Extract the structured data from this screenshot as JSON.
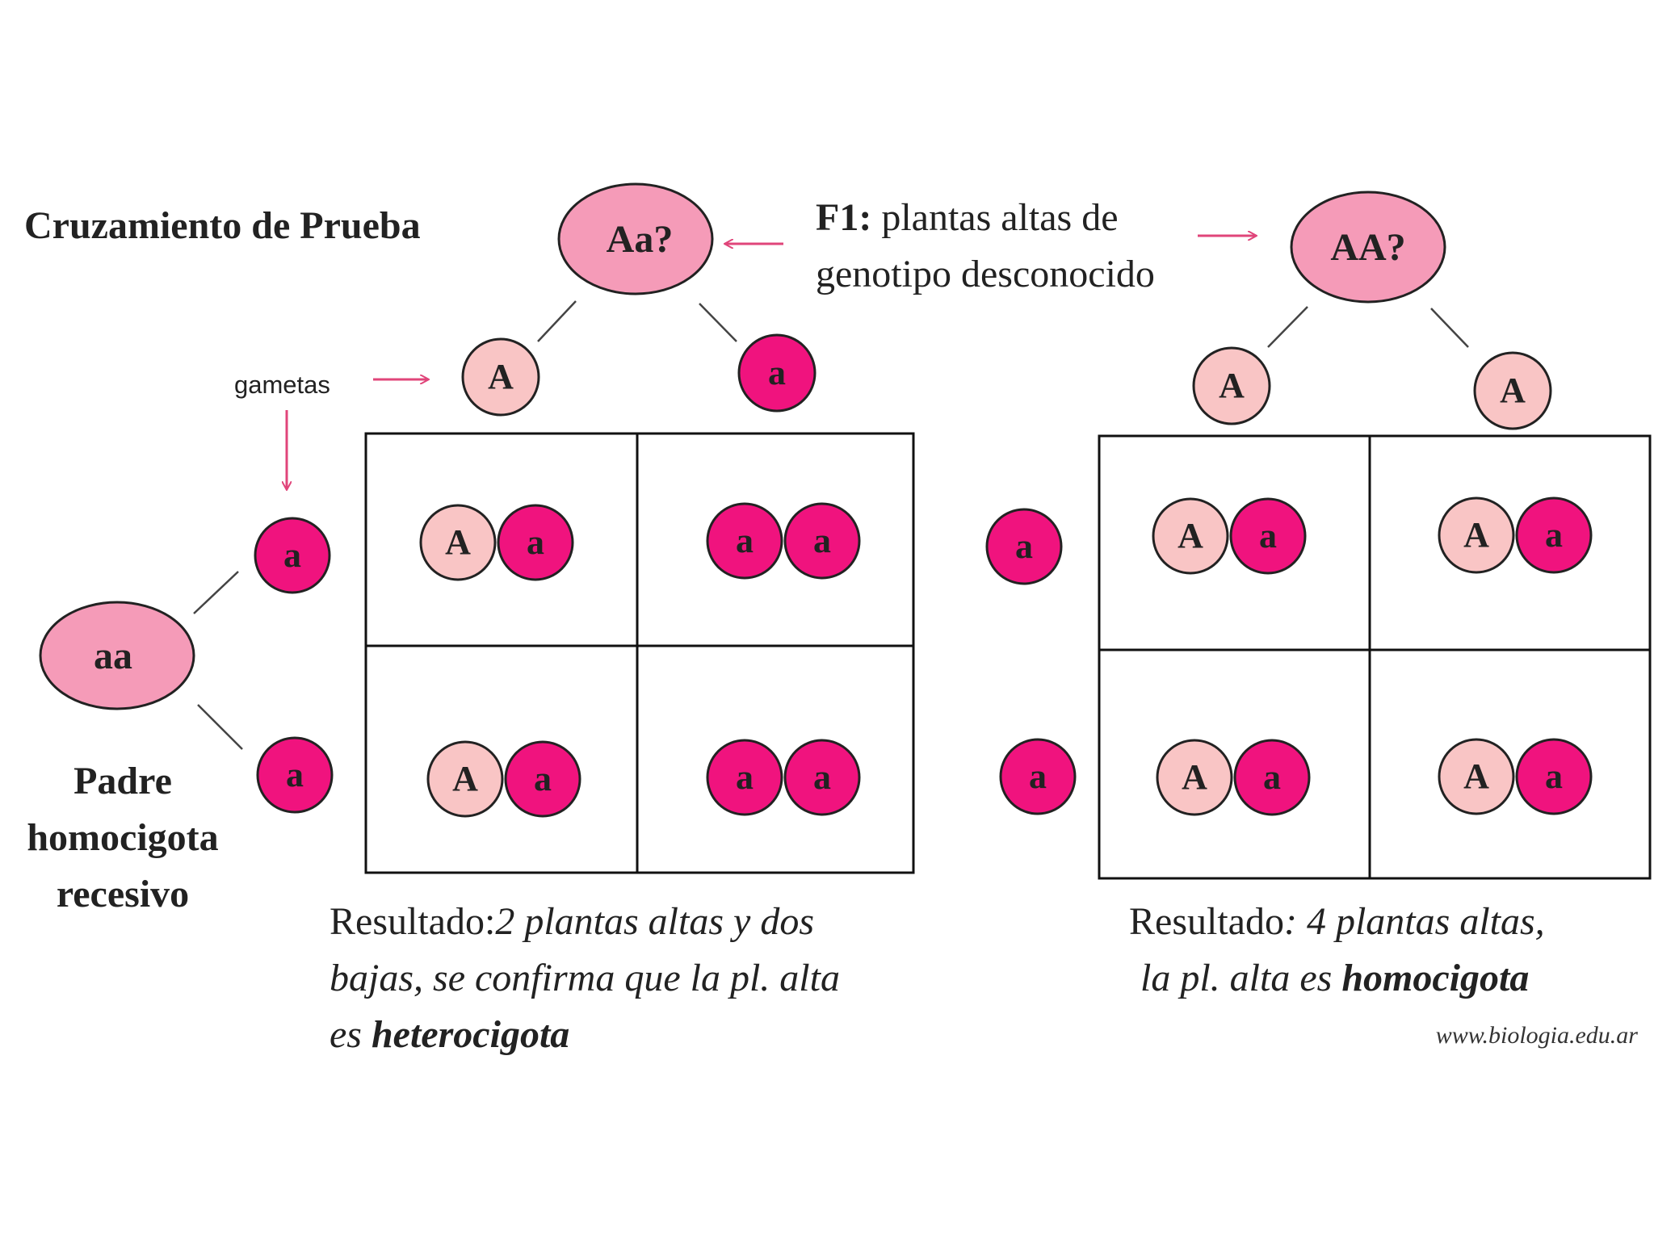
{
  "title": "Cruzamiento de Prueba",
  "f1_label": {
    "bold": "F1:",
    "line1_rest": " plantas altas de",
    "line2": "genotipo desconocido"
  },
  "gametes_label": "gametas",
  "parent_left": "Aa?",
  "parent_right": "AA?",
  "parent_recessive": "aa",
  "recessive_caption": [
    "Padre",
    "homocigota",
    "recesivo"
  ],
  "cross_left": {
    "top_gametes": [
      "A",
      "a"
    ],
    "side_gametes": [
      "a",
      "a"
    ],
    "cells": [
      [
        "A",
        "a"
      ],
      [
        "a",
        "a"
      ],
      [
        "A",
        "a"
      ],
      [
        "a",
        "a"
      ]
    ],
    "result": {
      "prefix": "Resultado:",
      "line1_italic": "2 plantas altas y dos",
      "line2_italic": "bajas, se confirma que la pl. alta",
      "line3_italic": "es ",
      "line3_bold": "heterocigota"
    }
  },
  "cross_right": {
    "top_gametes": [
      "A",
      "A"
    ],
    "side_gametes": [
      "a",
      "a"
    ],
    "cells": [
      [
        "A",
        "a"
      ],
      [
        "A",
        "a"
      ],
      [
        "A",
        "a"
      ],
      [
        "A",
        "a"
      ]
    ],
    "result": {
      "prefix": "Resultado",
      "line1_italic": ": 4 plantas altas,",
      "line2_italic": "la pl. alta es ",
      "line2_bold": "homocigota"
    }
  },
  "credit": "www.biologia.edu.ar",
  "colors": {
    "dominant_fill": "#f9c5c5",
    "recessive_fill": "#f0137e",
    "parent_fill": "#f59bb8",
    "arrow": "#e0457a",
    "outline": "#222222"
  }
}
